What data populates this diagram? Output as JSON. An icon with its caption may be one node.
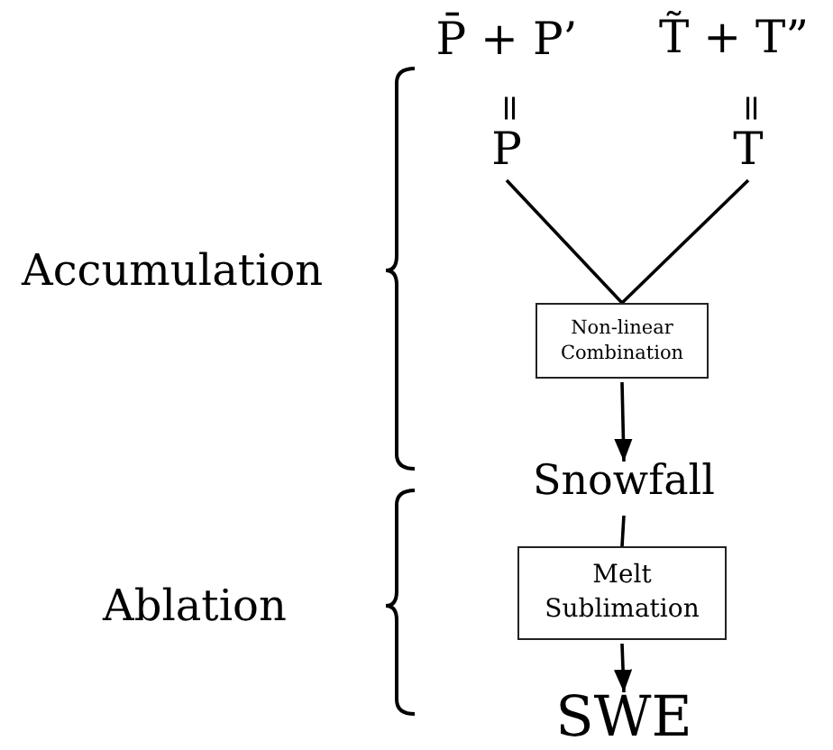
{
  "diagram": {
    "nodes": [
      {
        "text": [
          "P̄ + P’"
        ]
      },
      {
        "text": [
          "T̃ + T”"
        ]
      },
      {
        "text": [
          "P"
        ]
      },
      {
        "text": [
          "T"
        ]
      },
      {
        "text": [
          "Non-linear Combination"
        ]
      },
      {
        "text": [
          "Snowfall"
        ]
      },
      {
        "text": [
          "Melt Sublimation"
        ]
      },
      {
        "text": [
          "SWE"
        ]
      }
    ],
    "edges": [
      {
        "from": 2,
        "to": 4,
        "arrow": "none"
      },
      {
        "from": 3,
        "to": 4,
        "arrow": "none"
      },
      {
        "from": 4,
        "to": 5,
        "arrow": "to"
      },
      {
        "from": 5,
        "to": 6,
        "arrow": "none"
      },
      {
        "from": 6,
        "to": 7,
        "arrow": "to"
      }
    ],
    "labels": [
      "=",
      "=",
      "Accumulation",
      "Ablation"
    ]
  }
}
